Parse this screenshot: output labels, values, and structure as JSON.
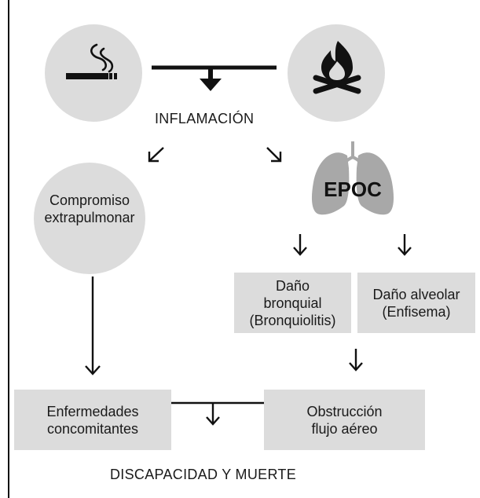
{
  "nodes": {
    "inflammation": "INFLAMACIÓN",
    "extrapulmonary": "Compromiso\nextrapulmonar",
    "copd": "EPOC",
    "bronchial_damage": "Daño\nbronquial\n(Bronquiolitis)",
    "alveolar_damage": "Daño alveolar\n(Enfisema)",
    "comorbidities": "Enfermedades\nconcomitantes",
    "airflow_obstruction": "Obstrucción\nflujo aéreo",
    "outcome": "DISCAPACIDAD Y MUERTE"
  },
  "icons": {
    "left_cause": "cigarette-icon",
    "right_cause": "campfire-icon",
    "organ": "lungs-icon"
  },
  "colors": {
    "node_fill": "#dcdcdc",
    "line": "#111111",
    "lungs": "#a8a8a8"
  }
}
